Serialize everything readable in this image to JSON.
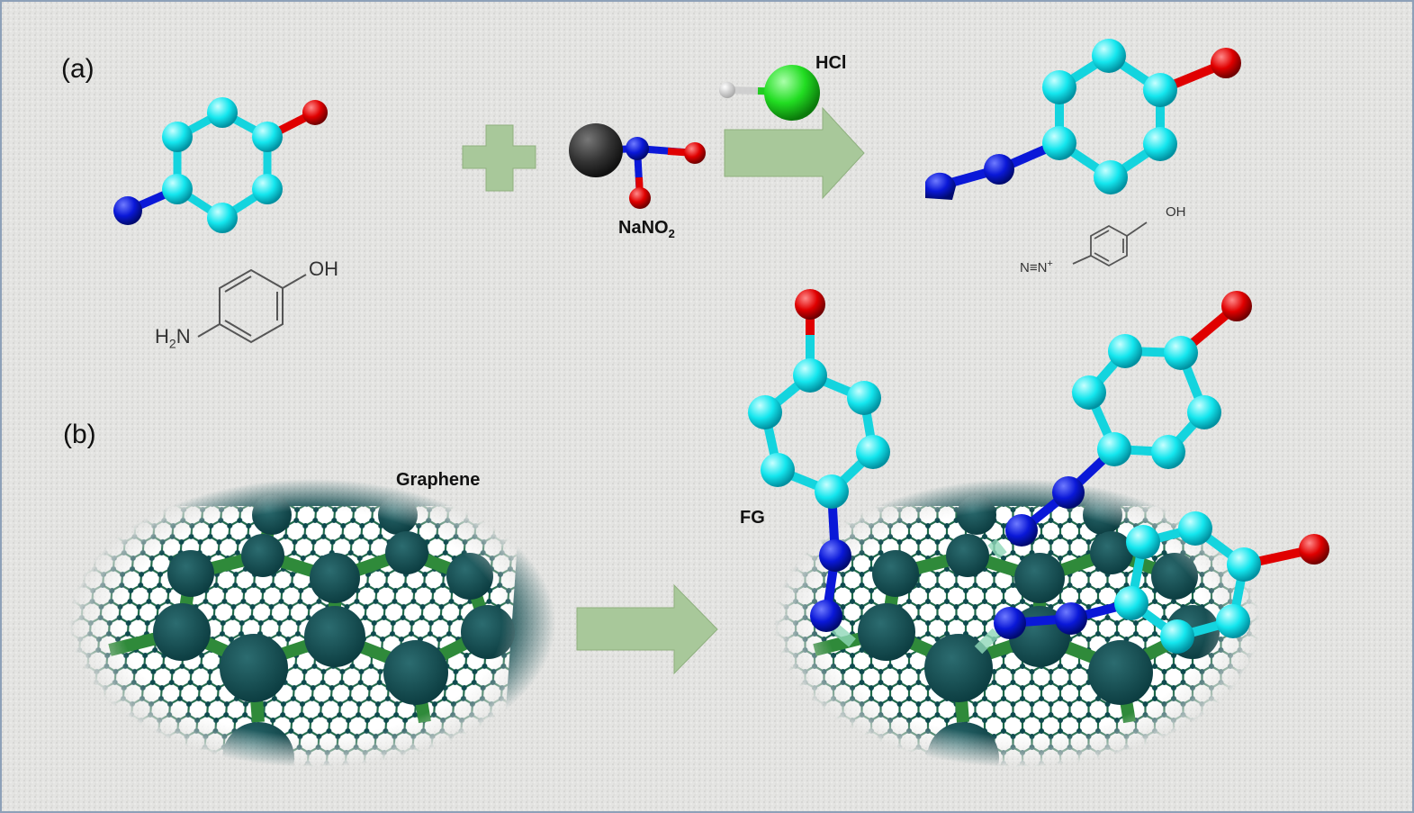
{
  "panels": {
    "a": "(a)",
    "b": "(b)"
  },
  "reagents": {
    "hcl": "HCl",
    "nano2_main": "NaNO",
    "nano2_sub": "2"
  },
  "structure_labels": {
    "aminophenol_oh": "OH",
    "aminophenol_nh2_h": "H",
    "aminophenol_nh2_sub": "2",
    "aminophenol_nh2_n": "N",
    "diazonium_oh": "OH",
    "diazonium_group": "N≡N",
    "diazonium_charge": "+"
  },
  "graphene_label": "Graphene",
  "fg_label": "FG",
  "colors": {
    "carbon_ring": "#00e5ee",
    "nitrogen": "#0010d8",
    "oxygen": "#e00000",
    "chlorine": "#22cc22",
    "sodium": "#333333",
    "hydrogen": "#f2f2f2",
    "arrow_fill": "#a8c89a",
    "graphene_dark": "#0e4a4e",
    "graphene_bond": "#2f8a3a",
    "frame_border": "#8da0b8"
  }
}
